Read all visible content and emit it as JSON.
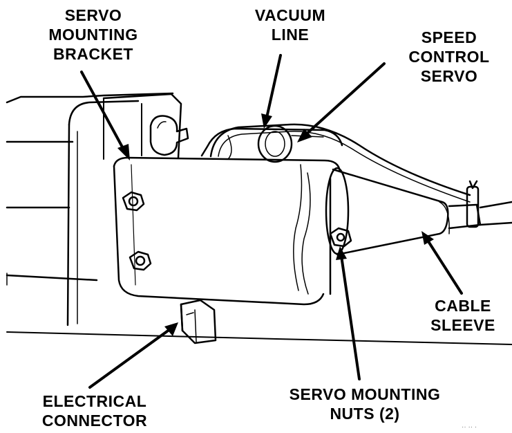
{
  "figure": {
    "labels": {
      "servo_mounting_bracket": [
        "SERVO",
        "MOUNTING",
        "BRACKET"
      ],
      "vacuum_line": [
        "VACUUM",
        "LINE"
      ],
      "speed_control_servo": [
        "SPEED",
        "CONTROL",
        "SERVO"
      ],
      "cable_sleeve": [
        "CABLE",
        "SLEEVE"
      ],
      "electrical_connector": [
        "ELECTRICAL",
        "CONNECTOR"
      ],
      "servo_mounting_nuts": [
        "SERVO MOUNTING",
        "NUTS (2)"
      ]
    },
    "colors": {
      "ink": "#000000",
      "paper": "#ffffff"
    }
  }
}
